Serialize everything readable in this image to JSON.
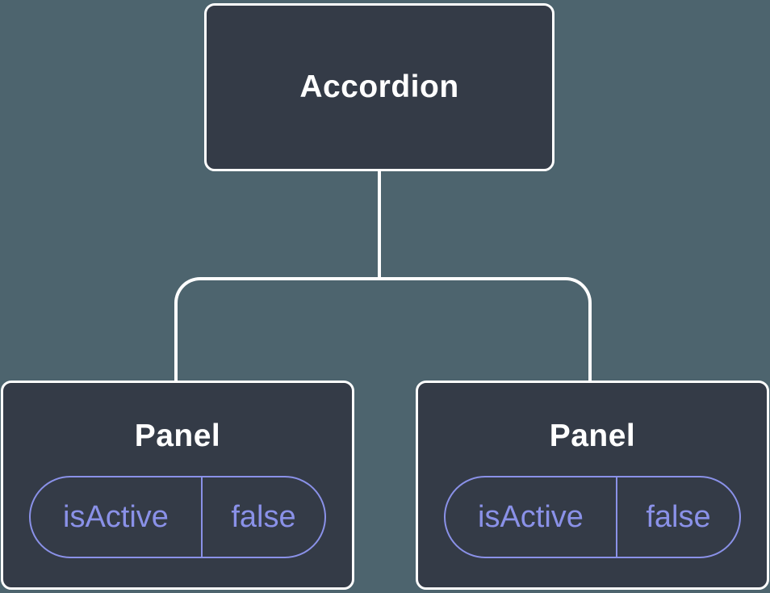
{
  "colors": {
    "background": "#4D646E",
    "node_fill": "#343B47",
    "node_border": "#FFFFFF",
    "connector": "#FFFFFF",
    "title_text": "#FFFFFF",
    "accent": "#8A91E8"
  },
  "tree": {
    "root": {
      "label": "Accordion"
    },
    "children": [
      {
        "label": "Panel",
        "state": {
          "name": "isActive",
          "value": "false"
        }
      },
      {
        "label": "Panel",
        "state": {
          "name": "isActive",
          "value": "false"
        }
      }
    ]
  }
}
